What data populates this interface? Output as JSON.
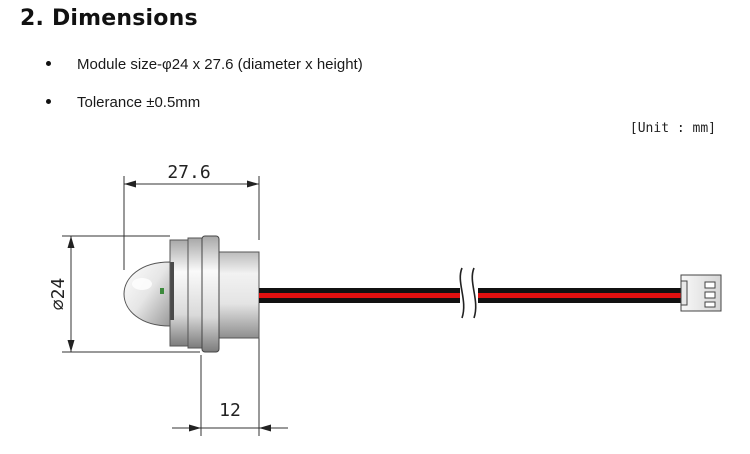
{
  "section": {
    "number": "2.",
    "title": "Dimensions"
  },
  "bullets": [
    {
      "text": "Module size-φ24 x 27.6 (diameter x height)"
    },
    {
      "text": "Tolerance ±0.5mm"
    }
  ],
  "unit_note": "[Unit : mm]",
  "drawing": {
    "dim_height_label": "27.6",
    "dim_diameter_label": "24",
    "diameter_symbol": "⌀",
    "dim_small_label": "12",
    "wire_colors": {
      "red": "#e01010",
      "black": "#111111"
    }
  }
}
